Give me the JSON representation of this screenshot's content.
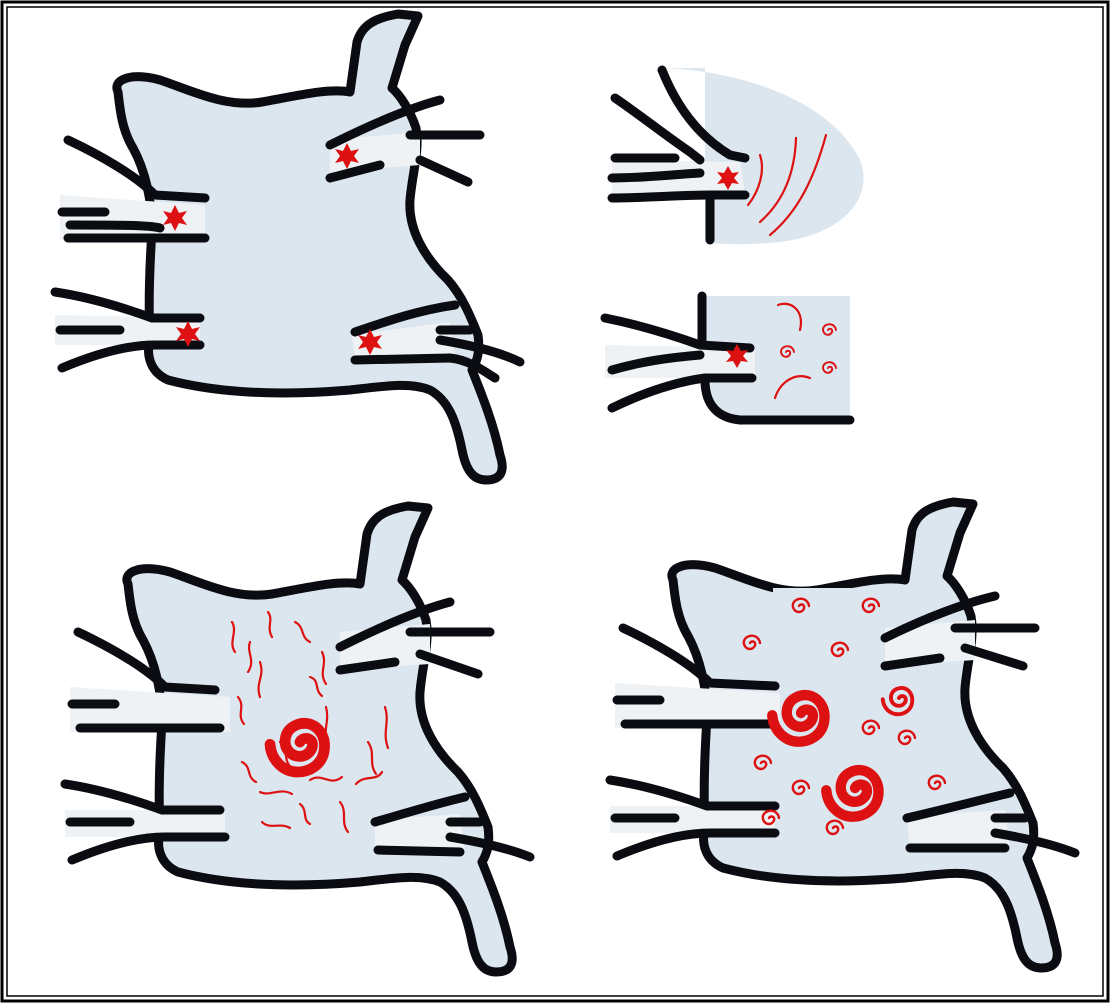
{
  "colors": {
    "atrium": "#dce6ef",
    "vein": "#eef2f5",
    "outline": "#0b0b12",
    "red": "#dd1111"
  },
  "panels": [
    {
      "id": "top-left",
      "depicts": "left-atrium-with-pulmonary-vein-triggers",
      "trigger_count": 4
    },
    {
      "id": "top-right-upper",
      "depicts": "vein-trigger-with-wavelets"
    },
    {
      "id": "top-right-lower",
      "depicts": "vein-trigger-with-small-rotors"
    },
    {
      "id": "bottom-left",
      "depicts": "single-rotor-with-fibrillatory-waves"
    },
    {
      "id": "bottom-right",
      "depicts": "multiple-rotors"
    }
  ]
}
